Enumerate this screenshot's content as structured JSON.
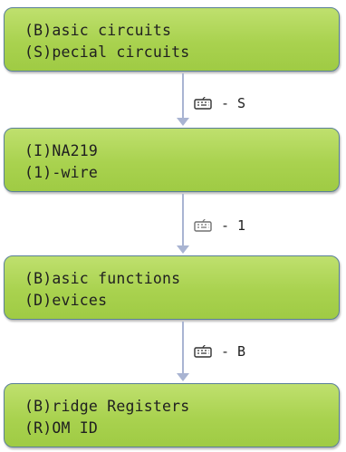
{
  "steps": [
    {
      "lines": [
        "(B)asic circuits",
        "(S)pecial circuits"
      ]
    },
    {
      "lines": [
        "(I)NA219",
        "(1)-wire"
      ]
    },
    {
      "lines": [
        "(B)asic functions",
        "(D)evices"
      ]
    },
    {
      "lines": [
        "(B)ridge Registers",
        "(R)OM ID"
      ]
    }
  ],
  "transitions": [
    {
      "icon": "keyboard-icon",
      "label": "- S"
    },
    {
      "icon": "keyboard-icon",
      "label": "- 1"
    },
    {
      "icon": "keyboard-icon",
      "label": "- B"
    }
  ],
  "colors": {
    "box_fill": "#a9d24f",
    "box_border": "#5a7f98",
    "arrow": "#a9b4d2",
    "text": "#202020"
  }
}
